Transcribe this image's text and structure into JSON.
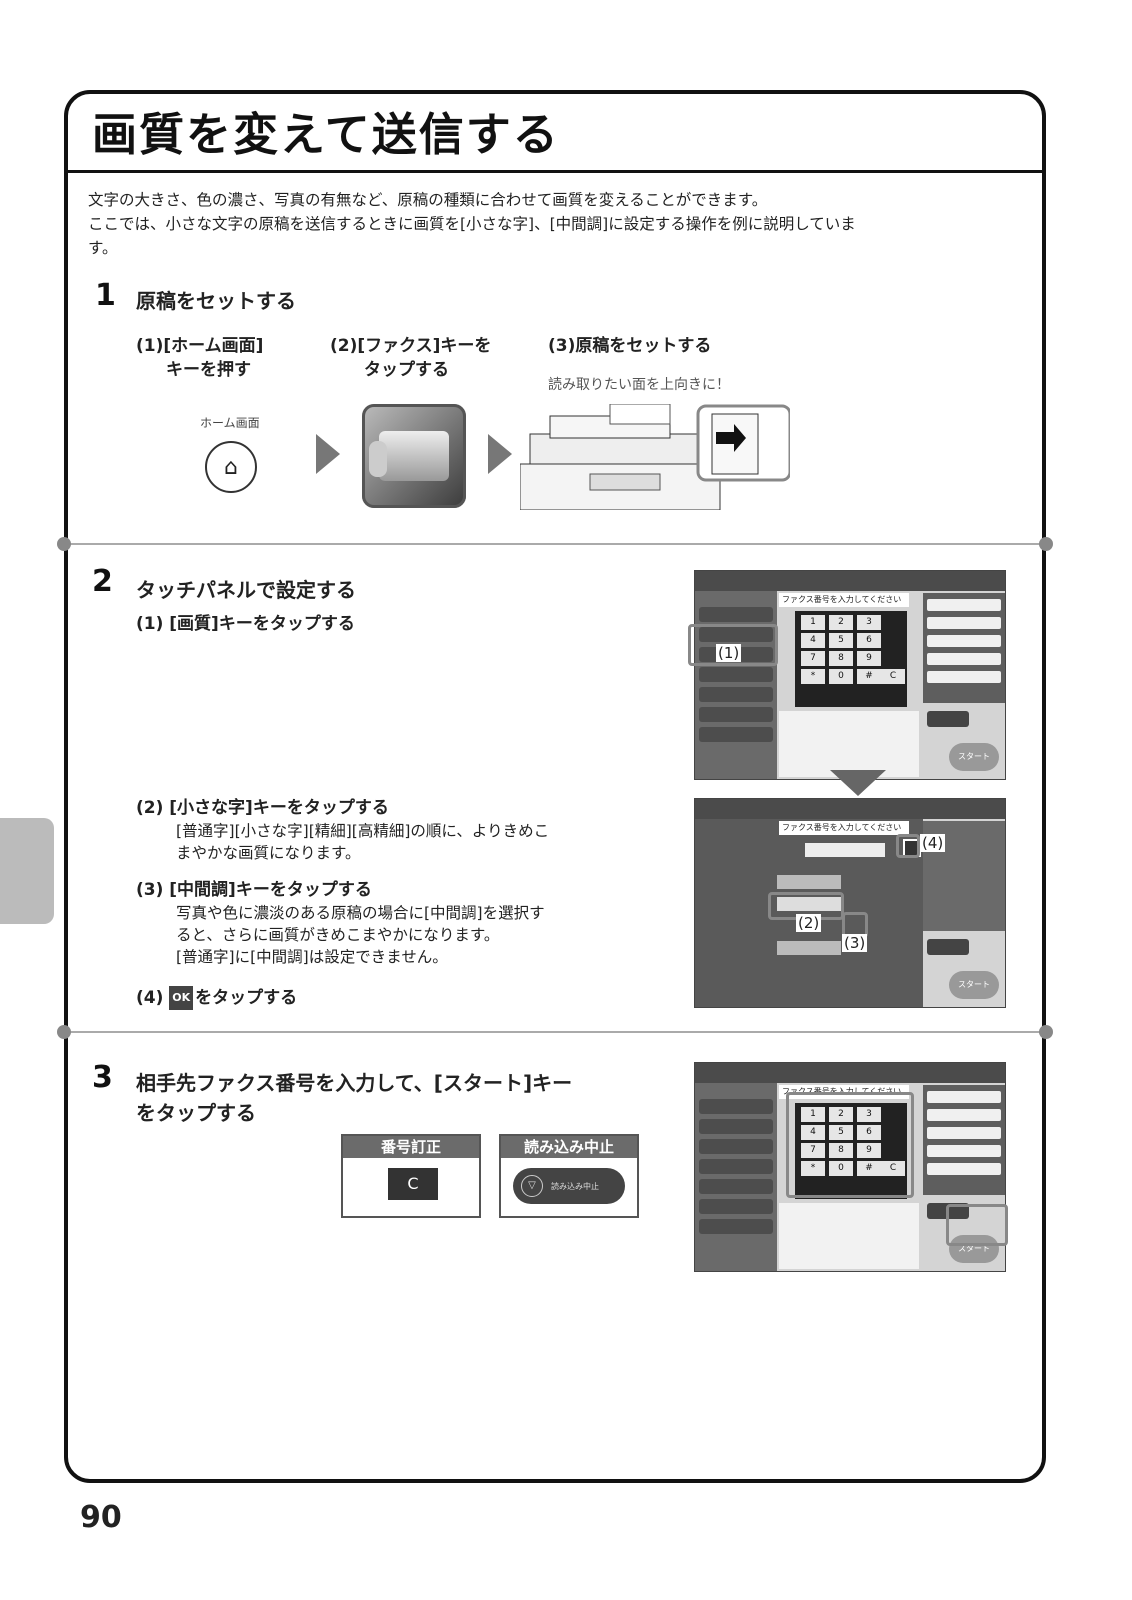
{
  "title": "画質を変えて送信する",
  "intro": [
    "文字の大きさ、色の濃さ、写真の有無など、原稿の種類に合わせて画質を変えることができます。",
    "ここでは、小さな文字の原稿を送信するときに画質を[小さな字]、[中間調]に設定する操作を例に説明していま",
    "す。"
  ],
  "step1": {
    "num": "1",
    "title": "原稿をセットする",
    "sub1": [
      "(1)[ホーム画面]",
      "キーを押す"
    ],
    "sub2": [
      "(2)[ファクス]キーを",
      "タップする"
    ],
    "sub3": "(3)原稿をセットする",
    "note": "読み取りたい面を上向きに！",
    "home_label": "ホーム画面",
    "home_icon": "⌂"
  },
  "step2": {
    "num": "2",
    "title": "タッチパネルで設定する",
    "s1": "(1) [画質]キーをタップする",
    "s2": "(2) [小さな字]キーをタップする",
    "s2_desc": [
      "[普通字][小さな字][精細][高精細]の順に、よりきめこ",
      "まやかな画質になります。"
    ],
    "s3": "(3) [中間調]キーをタップする",
    "s3_desc": [
      "写真や色に濃淡のある原稿の場合に[中間調]を選択す",
      "ると、さらに画質がきめこまやかになります。",
      "[普通字]に[中間調]は設定できません。"
    ],
    "s4_pre": "(4)",
    "s4_ok": "OK",
    "s4_post": "をタップする"
  },
  "step3": {
    "num": "3",
    "title": [
      "相手先ファクス番号を入力して、[スタート]キー",
      "をタップする"
    ],
    "panel1_label": "番号訂正",
    "panel1_key": "C",
    "panel2_label": "読み込み中止",
    "panel2_btn": "読み込み中止"
  },
  "screen": {
    "input_text": "ファクス番号を入力してください",
    "keys": [
      "1",
      "2",
      "3",
      "4",
      "5",
      "6",
      "7",
      "8",
      "9",
      "*",
      "0",
      "#",
      "C"
    ],
    "start": "スタート",
    "callout1": "(1)",
    "callout2": "(2)",
    "callout3": "(3)",
    "callout4": "(4)"
  },
  "page_number": "90"
}
